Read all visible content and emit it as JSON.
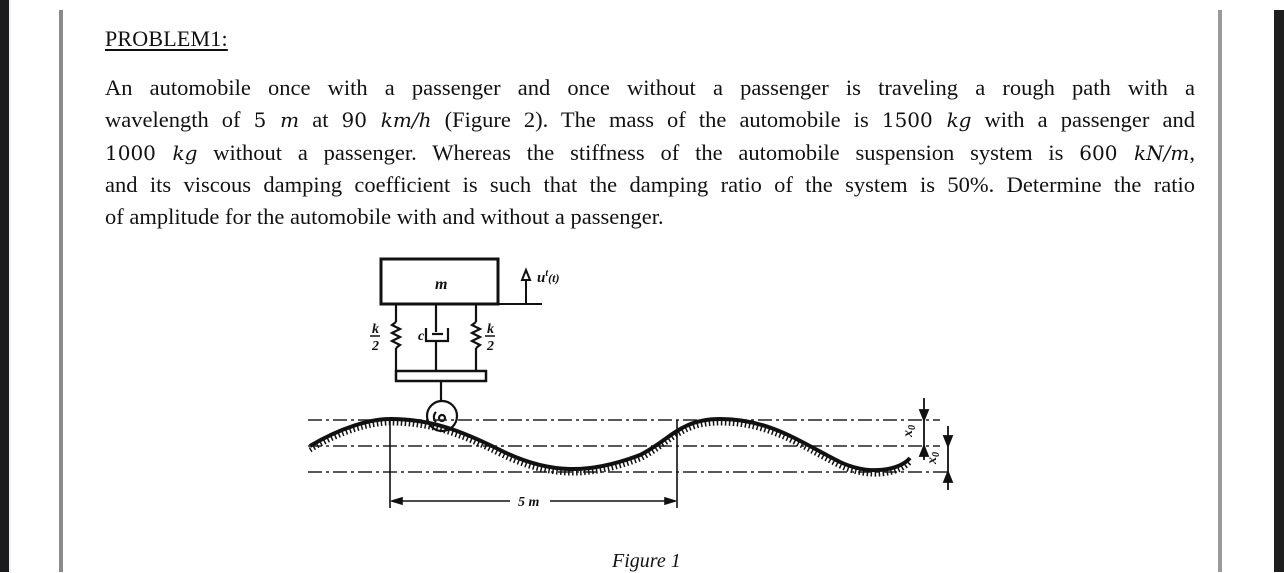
{
  "document": {
    "heading": "PROBLEM1:",
    "paragraph": {
      "lines": [
        {
          "segments": [
            {
              "t": "An automobile once with a passenger and once without a passenger is traveling a rough path with a",
              "math": false
            }
          ]
        },
        {
          "segments": [
            {
              "t": "wavelength of ",
              "math": false
            },
            {
              "t": "5 ",
              "math": "n"
            },
            {
              "t": "m",
              "math": "i"
            },
            {
              "t": " at ",
              "math": false
            },
            {
              "t": "90 ",
              "math": "n"
            },
            {
              "t": "km/h",
              "math": "i"
            },
            {
              "t": " (Figure 2). The mass of the automobile is ",
              "math": false
            },
            {
              "t": "1500 ",
              "math": "n"
            },
            {
              "t": "kg",
              "math": "i"
            },
            {
              "t": " with a passenger and",
              "math": false
            }
          ]
        },
        {
          "segments": [
            {
              "t": "1000 ",
              "math": "n"
            },
            {
              "t": "kg",
              "math": "i"
            },
            {
              "t": " without a passenger. Whereas the stiffness of the automobile suspension system is  ",
              "math": false
            },
            {
              "t": "600 ",
              "math": "n"
            },
            {
              "t": "kN/m",
              "math": "i"
            },
            {
              "t": ",",
              "math": false
            }
          ]
        },
        {
          "segments": [
            {
              "t": "and its viscous damping coefficient is such that the damping ratio of the system is 50%. Determine the ratio",
              "math": false
            }
          ]
        },
        {
          "segments": [
            {
              "t": "of amplitude for the automobile with and without a passenger.",
              "math": false
            }
          ]
        }
      ]
    },
    "figure": {
      "mass_label": "m",
      "displacement_label": "u",
      "displacement_sup": "t",
      "displacement_arg": "(t)",
      "spring_left_num": "k",
      "spring_left_den": "2",
      "spring_right_num": "k",
      "spring_right_den": "2",
      "damper_label": "c",
      "wavelength_label": "5 m",
      "amplitude_label_1": "x",
      "amplitude_sub_1": "0",
      "amplitude_label_2": "x",
      "amplitude_sub_2": "0"
    },
    "caption": "Figure 1"
  }
}
